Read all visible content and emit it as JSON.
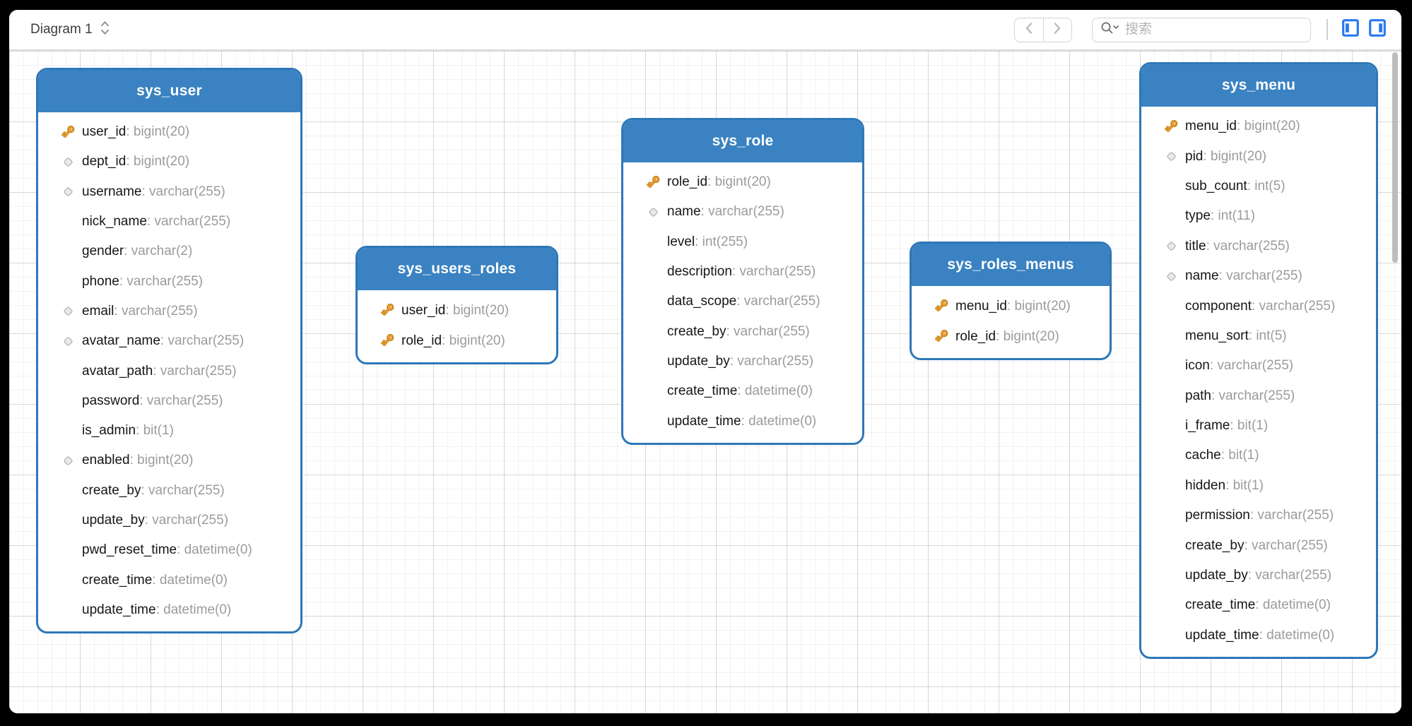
{
  "toolbar": {
    "diagram_label": "Diagram 1",
    "search_placeholder": "搜索",
    "icons": {
      "diagram_selector": "chevron-up-down",
      "nav_back": "chevron-left",
      "nav_forward": "chevron-right",
      "search": "magnifier-with-caret",
      "panel_left": "sidebar-left-toggle",
      "panel_right": "sidebar-right-toggle"
    }
  },
  "colors": {
    "table_header_blue": "#3a82c1",
    "table_border_blue": "#2e77b8",
    "toggle_blue": "#2979f2",
    "key_gold": "#f2a53c",
    "field_type_gray": "#9b9b9b"
  },
  "canvas": {
    "field_icon_legend": {
      "key": "primary-key-icon",
      "diamond": "index-icon"
    },
    "tables": [
      {
        "name": "sys_user",
        "fields": [
          {
            "icon": "key",
            "name": "user_id",
            "type": "bigint(20)"
          },
          {
            "icon": "diamond",
            "name": "dept_id",
            "type": "bigint(20)"
          },
          {
            "icon": "diamond",
            "name": "username",
            "type": "varchar(255)"
          },
          {
            "icon": "",
            "name": "nick_name",
            "type": "varchar(255)"
          },
          {
            "icon": "",
            "name": "gender",
            "type": "varchar(2)"
          },
          {
            "icon": "",
            "name": "phone",
            "type": "varchar(255)"
          },
          {
            "icon": "diamond",
            "name": "email",
            "type": "varchar(255)"
          },
          {
            "icon": "diamond",
            "name": "avatar_name",
            "type": "varchar(255)"
          },
          {
            "icon": "",
            "name": "avatar_path",
            "type": "varchar(255)"
          },
          {
            "icon": "",
            "name": "password",
            "type": "varchar(255)"
          },
          {
            "icon": "",
            "name": "is_admin",
            "type": "bit(1)"
          },
          {
            "icon": "diamond",
            "name": "enabled",
            "type": "bigint(20)"
          },
          {
            "icon": "",
            "name": "create_by",
            "type": "varchar(255)"
          },
          {
            "icon": "",
            "name": "update_by",
            "type": "varchar(255)"
          },
          {
            "icon": "",
            "name": "pwd_reset_time",
            "type": "datetime(0)"
          },
          {
            "icon": "",
            "name": "create_time",
            "type": "datetime(0)"
          },
          {
            "icon": "",
            "name": "update_time",
            "type": "datetime(0)"
          }
        ]
      },
      {
        "name": "sys_users_roles",
        "fields": [
          {
            "icon": "key",
            "name": "user_id",
            "type": "bigint(20)"
          },
          {
            "icon": "key",
            "name": "role_id",
            "type": "bigint(20)"
          }
        ]
      },
      {
        "name": "sys_role",
        "fields": [
          {
            "icon": "key",
            "name": "role_id",
            "type": "bigint(20)"
          },
          {
            "icon": "diamond",
            "name": "name",
            "type": "varchar(255)"
          },
          {
            "icon": "",
            "name": "level",
            "type": "int(255)"
          },
          {
            "icon": "",
            "name": "description",
            "type": "varchar(255)"
          },
          {
            "icon": "",
            "name": "data_scope",
            "type": "varchar(255)"
          },
          {
            "icon": "",
            "name": "create_by",
            "type": "varchar(255)"
          },
          {
            "icon": "",
            "name": "update_by",
            "type": "varchar(255)"
          },
          {
            "icon": "",
            "name": "create_time",
            "type": "datetime(0)"
          },
          {
            "icon": "",
            "name": "update_time",
            "type": "datetime(0)"
          }
        ]
      },
      {
        "name": "sys_roles_menus",
        "fields": [
          {
            "icon": "key",
            "name": "menu_id",
            "type": "bigint(20)"
          },
          {
            "icon": "key",
            "name": "role_id",
            "type": "bigint(20)"
          }
        ]
      },
      {
        "name": "sys_menu",
        "fields": [
          {
            "icon": "key",
            "name": "menu_id",
            "type": "bigint(20)"
          },
          {
            "icon": "diamond",
            "name": "pid",
            "type": "bigint(20)"
          },
          {
            "icon": "",
            "name": "sub_count",
            "type": "int(5)"
          },
          {
            "icon": "",
            "name": "type",
            "type": "int(11)"
          },
          {
            "icon": "diamond",
            "name": "title",
            "type": "varchar(255)"
          },
          {
            "icon": "diamond",
            "name": "name",
            "type": "varchar(255)"
          },
          {
            "icon": "",
            "name": "component",
            "type": "varchar(255)"
          },
          {
            "icon": "",
            "name": "menu_sort",
            "type": "int(5)"
          },
          {
            "icon": "",
            "name": "icon",
            "type": "varchar(255)"
          },
          {
            "icon": "",
            "name": "path",
            "type": "varchar(255)"
          },
          {
            "icon": "",
            "name": "i_frame",
            "type": "bit(1)"
          },
          {
            "icon": "",
            "name": "cache",
            "type": "bit(1)"
          },
          {
            "icon": "",
            "name": "hidden",
            "type": "bit(1)"
          },
          {
            "icon": "",
            "name": "permission",
            "type": "varchar(255)"
          },
          {
            "icon": "",
            "name": "create_by",
            "type": "varchar(255)"
          },
          {
            "icon": "",
            "name": "update_by",
            "type": "varchar(255)"
          },
          {
            "icon": "",
            "name": "create_time",
            "type": "datetime(0)"
          },
          {
            "icon": "",
            "name": "update_time",
            "type": "datetime(0)"
          }
        ]
      }
    ]
  }
}
